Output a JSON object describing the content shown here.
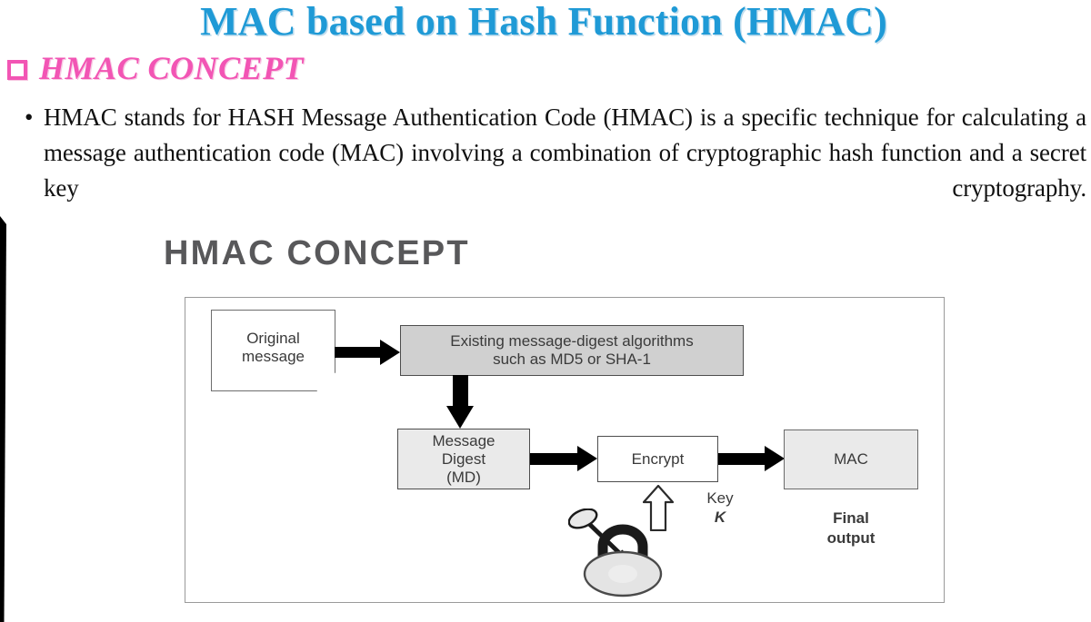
{
  "slide": {
    "title": "MAC based on Hash Function (HMAC)",
    "subheading": "HMAC CONCEPT",
    "bullet_glyph": "•",
    "body_paragraph": "HMAC stands for HASH Message Authentication Code (HMAC) is a specific technique for calculating a message authentication code (MAC) involving a combination of cryptographic hash function and a secret key cryptography.",
    "colors": {
      "title": "#1f9ad6",
      "subheading": "#f255b4",
      "body_text": "#111111",
      "diagram_heading": "#58585a",
      "algo_box_fill": "#d0d0d0",
      "md_box_fill": "#eaeaea",
      "mac_box_fill": "#eaeaea",
      "encrypt_box_fill": "#ffffff",
      "arrow": "#000000",
      "frame_border": "#9a9a9a"
    }
  },
  "diagram": {
    "heading": "HMAC CONCEPT",
    "nodes": {
      "original_message": {
        "line1": "Original",
        "line2": "message"
      },
      "algorithms": {
        "line1": "Existing message-digest algorithms",
        "line2": "such as MD5 or SHA-1"
      },
      "message_digest": {
        "line1": "Message",
        "line2": "Digest",
        "line3": "(MD)"
      },
      "encrypt": {
        "label": "Encrypt"
      },
      "mac": {
        "label": "MAC"
      }
    },
    "annotations": {
      "key": {
        "line1": "Key",
        "line2": "K"
      },
      "final_output": {
        "line1": "Final",
        "line2": "output"
      }
    },
    "icons": {
      "padlock": "padlock-with-key-icon",
      "key_input_arrow": "hollow-up-arrow-icon"
    }
  }
}
